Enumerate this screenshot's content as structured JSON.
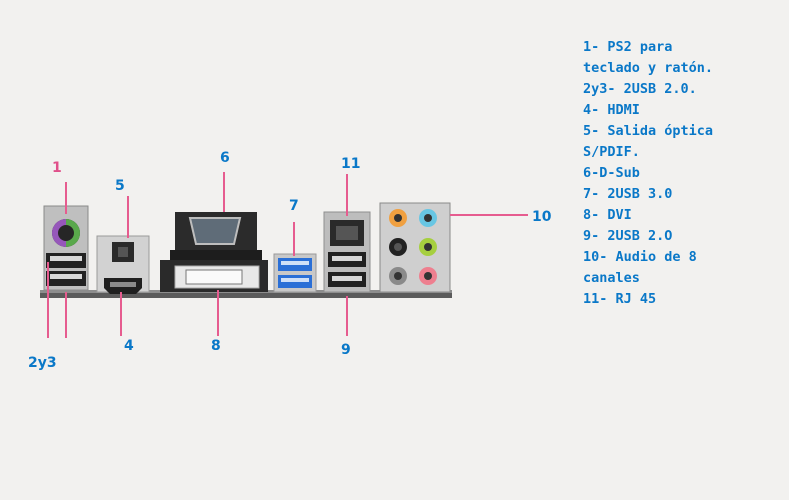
{
  "callouts": {
    "c1": "1",
    "c2y3": "2y3",
    "c4": "4",
    "c5": "5",
    "c6": "6",
    "c7": "7",
    "c8": "8",
    "c9": "9",
    "c10": "10",
    "c11": "11"
  },
  "legend": [
    "1- PS2 para",
    "teclado y ratón.",
    "2y3- 2USB 2.0.",
    "4- HDMI",
    "5- Salida óptica",
    "S/PDIF.",
    "6-D-Sub",
    "7- 2USB 3.0",
    "8- DVI",
    "9- 2USB 2.O",
    "10- Audio de 8",
    "canales",
    "11- RJ 45"
  ],
  "colors": {
    "label_blue": "#0a78c8",
    "label_pink": "#e0508a",
    "leader_pink": "#e65c8f",
    "usb3_blue": "#2a6fd6",
    "ps2_purple": "#8b4fb0",
    "ps2_green": "#5aa84a",
    "audio_lime": "#a6cf3f",
    "audio_pink": "#ee7f8f",
    "audio_orange": "#f0a040",
    "audio_cyan": "#68c6e3",
    "audio_black": "#222222",
    "audio_gray": "#8a8a8a"
  },
  "icons": [
    "ps2-port-icon",
    "usb-port-icon",
    "hdmi-port-icon",
    "optical-port-icon",
    "vga-port-icon",
    "dvi-port-icon",
    "ethernet-port-icon",
    "audio-jack-icon"
  ]
}
